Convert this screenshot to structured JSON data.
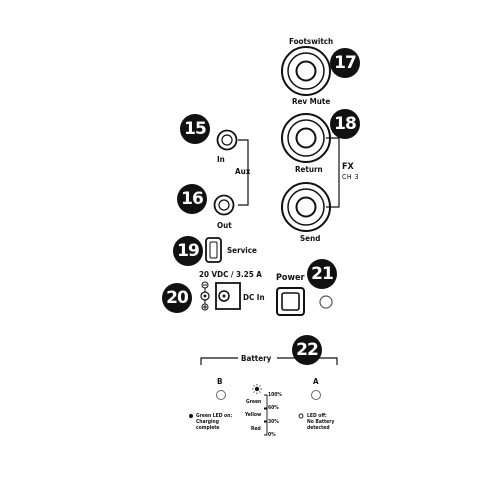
{
  "footswitch": {
    "label": "Footswitch",
    "callout": "17",
    "jack_label": "Rev Mute"
  },
  "fx": {
    "callout": "18",
    "return_label": "Return",
    "send_label": "Send",
    "group_label": "FX",
    "channel_label": "CH 3"
  },
  "aux": {
    "in_callout": "15",
    "out_callout": "16",
    "in_label": "In",
    "out_label": "Out",
    "group_label": "Aux"
  },
  "service": {
    "callout": "19",
    "label": "Service"
  },
  "dc": {
    "callout": "20",
    "spec": "20 VDC / 3.25 A",
    "label": "DC In"
  },
  "power": {
    "callout": "21",
    "label": "Power"
  },
  "battery": {
    "callout": "22",
    "label": "Battery",
    "led_b": "B",
    "led_a": "A",
    "levels": [
      "100%",
      "60%",
      "30%",
      "0%"
    ],
    "colors": [
      "Green",
      "Yellow",
      "Red"
    ],
    "note_left_line1": "Green LED on:",
    "note_left_line2": "Charging",
    "note_left_line3": "complete",
    "note_right_line1": "LED off:",
    "note_right_line2": "No Battery",
    "note_right_line3": "detected"
  }
}
